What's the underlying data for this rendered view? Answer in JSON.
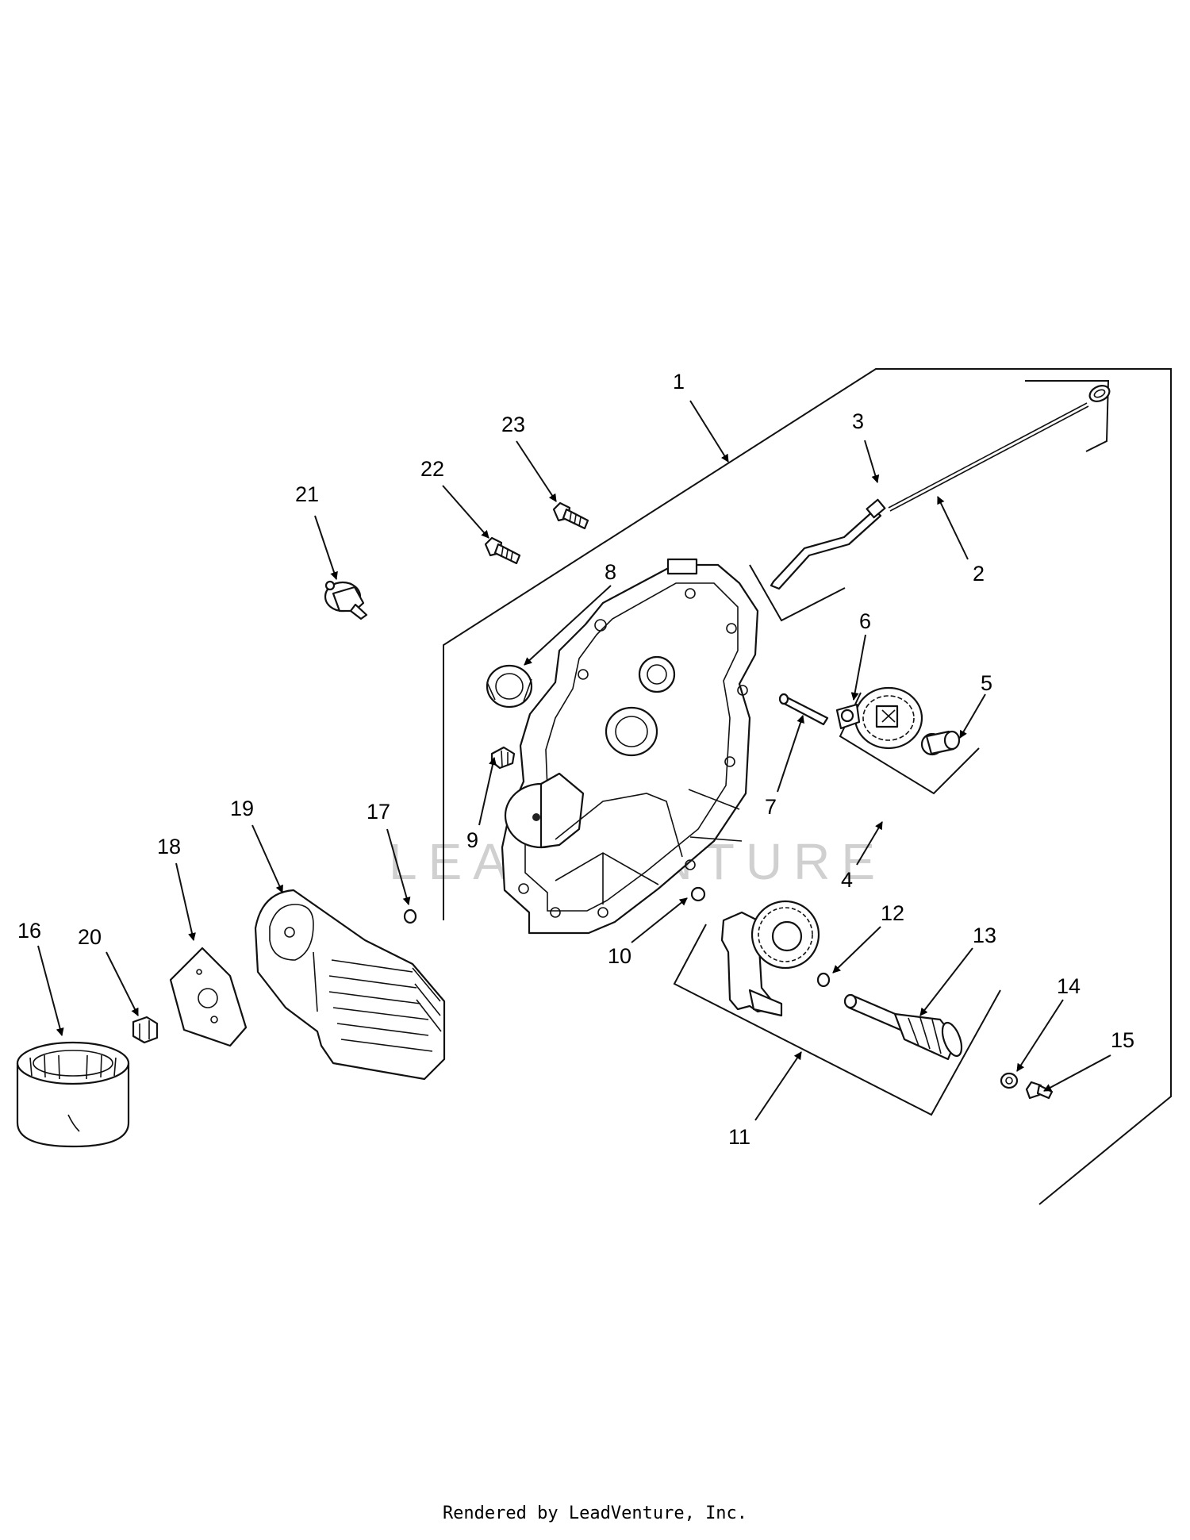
{
  "diagram": {
    "watermark": "LEADVENTURE",
    "callouts": [
      "1",
      "2",
      "3",
      "4",
      "5",
      "6",
      "7",
      "8",
      "9",
      "10",
      "11",
      "12",
      "13",
      "14",
      "15",
      "16",
      "17",
      "18",
      "19",
      "20",
      "21",
      "22",
      "23"
    ]
  },
  "footer": {
    "text": "Rendered by LeadVenture, Inc."
  }
}
